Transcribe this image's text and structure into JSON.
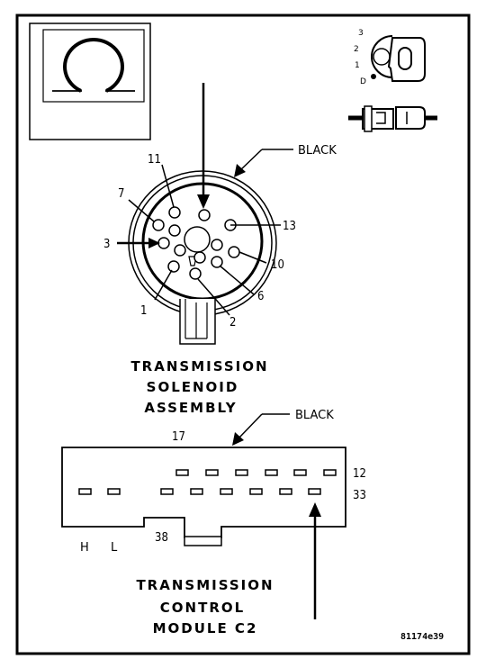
{
  "labels": {
    "black_top": "BLACK",
    "black_bottom": "BLACK",
    "solenoid_line1": "TRANSMISSION",
    "solenoid_line2": "SOLENOID",
    "solenoid_line3": "ASSEMBLY",
    "module_line1": "TRANSMISSION",
    "module_line2": "CONTROL",
    "module_line3": "MODULE C2",
    "figure_id": "81174e39"
  },
  "round_connector_pins": {
    "p11": "11",
    "p7": "7",
    "p3": "3",
    "p1": "1",
    "p2": "2",
    "p6": "6",
    "p10": "10",
    "p13": "13"
  },
  "rect_connector_pins": {
    "p17": "17",
    "p12": "12",
    "p33": "33",
    "p38": "38",
    "h": "H",
    "l": "L"
  },
  "key_switch_positions": {
    "k3": "3",
    "k2": "2",
    "k1": "1",
    "kd": "D"
  }
}
